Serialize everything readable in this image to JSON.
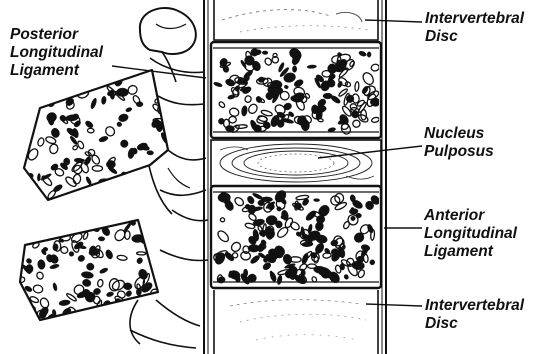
{
  "labels": {
    "posterior_longitudinal_ligament": [
      "Posterior",
      "Longitudinal",
      "Ligament"
    ],
    "intervertebral_disc_top": [
      "Intervertebral",
      "Disc"
    ],
    "nucleus_pulposus": [
      "Nucleus",
      "Pulposus"
    ],
    "anterior_longitudinal_ligament": [
      "Anterior",
      "Longitudinal",
      "Ligament"
    ],
    "intervertebral_disc_bottom": [
      "Intervertebral",
      "Disc"
    ]
  },
  "colors": {
    "ink": "#111111",
    "paper": "#ffffff"
  }
}
